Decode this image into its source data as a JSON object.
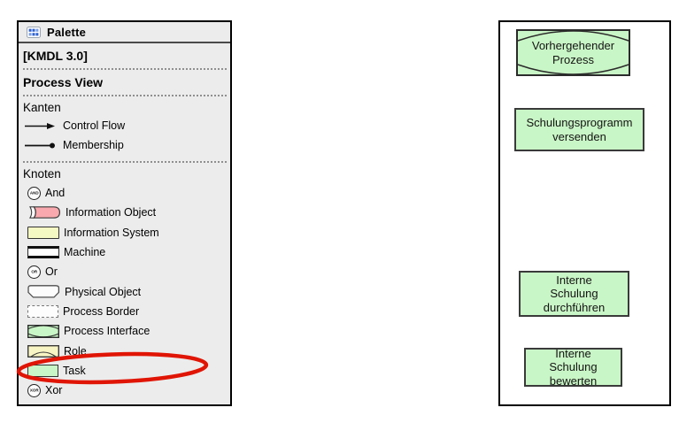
{
  "palette": {
    "title": "Palette",
    "drawers": {
      "kmdl": "[KMDL 3.0]",
      "process_view": "Process View",
      "kanten": "Kanten",
      "knoten": "Knoten"
    },
    "edges": [
      {
        "icon": "control-flow-arrow-icon",
        "label": "Control Flow"
      },
      {
        "icon": "membership-line-icon",
        "label": "Membership"
      }
    ],
    "nodes": [
      {
        "icon": "and-gate-icon",
        "label": "And",
        "glyph": "AND"
      },
      {
        "icon": "information-object-icon",
        "label": "Information Object"
      },
      {
        "icon": "information-system-icon",
        "label": "Information System"
      },
      {
        "icon": "machine-icon",
        "label": "Machine"
      },
      {
        "icon": "or-gate-icon",
        "label": "Or",
        "glyph": "OR"
      },
      {
        "icon": "physical-object-icon",
        "label": "Physical Object"
      },
      {
        "icon": "process-border-icon",
        "label": "Process Border"
      },
      {
        "icon": "process-interface-icon",
        "label": "Process Interface"
      },
      {
        "icon": "role-icon",
        "label": "Role"
      },
      {
        "icon": "task-icon",
        "label": "Task",
        "highlighted": true
      },
      {
        "icon": "xor-gate-icon",
        "label": "Xor",
        "glyph": "XOR"
      }
    ],
    "highlight": {
      "circled_tool": "Task",
      "color": "#e01505"
    }
  },
  "canvas": {
    "nodes": [
      {
        "type": "process-interface",
        "lines": [
          "Vorhergehender",
          "Prozess"
        ]
      },
      {
        "type": "task",
        "lines": [
          "Schulungsprogramm",
          "versenden"
        ]
      },
      {
        "type": "task",
        "lines": [
          "Interne",
          "Schulung",
          "durchführen"
        ]
      },
      {
        "type": "task",
        "lines": [
          "Interne",
          "Schulung",
          "bewerten"
        ]
      }
    ]
  },
  "colors": {
    "node_green": "#c9f6c6",
    "info_object_pink": "#f9a9ad",
    "info_system_yellow": "#f4f8c2",
    "role_yellow": "#f8f5c4",
    "panel_gray": "#ececec",
    "highlight_red": "#e01505"
  }
}
